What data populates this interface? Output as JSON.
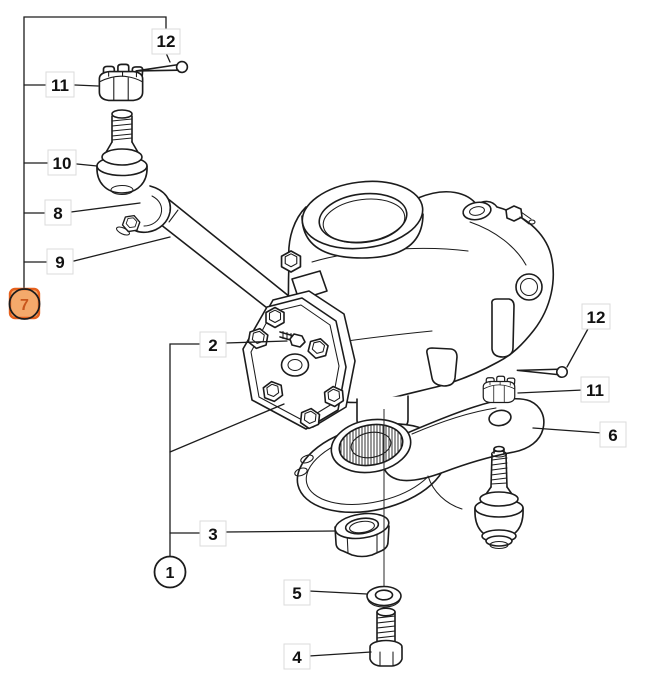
{
  "figure": {
    "type": "exploded-parts-diagram",
    "subject": "steering-gear-assembly"
  },
  "colors": {
    "background": "#ffffff",
    "line": "#1c1c1c",
    "label_box_border": "#dbdbdb",
    "highlight_fill": "#F4A96B",
    "highlight_border": "#E6611D",
    "highlight_text": "#C9561C"
  },
  "callouts": {
    "n12_top": "12",
    "n11_top": "11",
    "n10": "10",
    "n8": "8",
    "n9": "9",
    "n7": "7",
    "n2": "2",
    "n1": "1",
    "n3": "3",
    "n12_right": "12",
    "n11_right": "11",
    "n6": "6",
    "n5": "5",
    "n4": "4"
  }
}
